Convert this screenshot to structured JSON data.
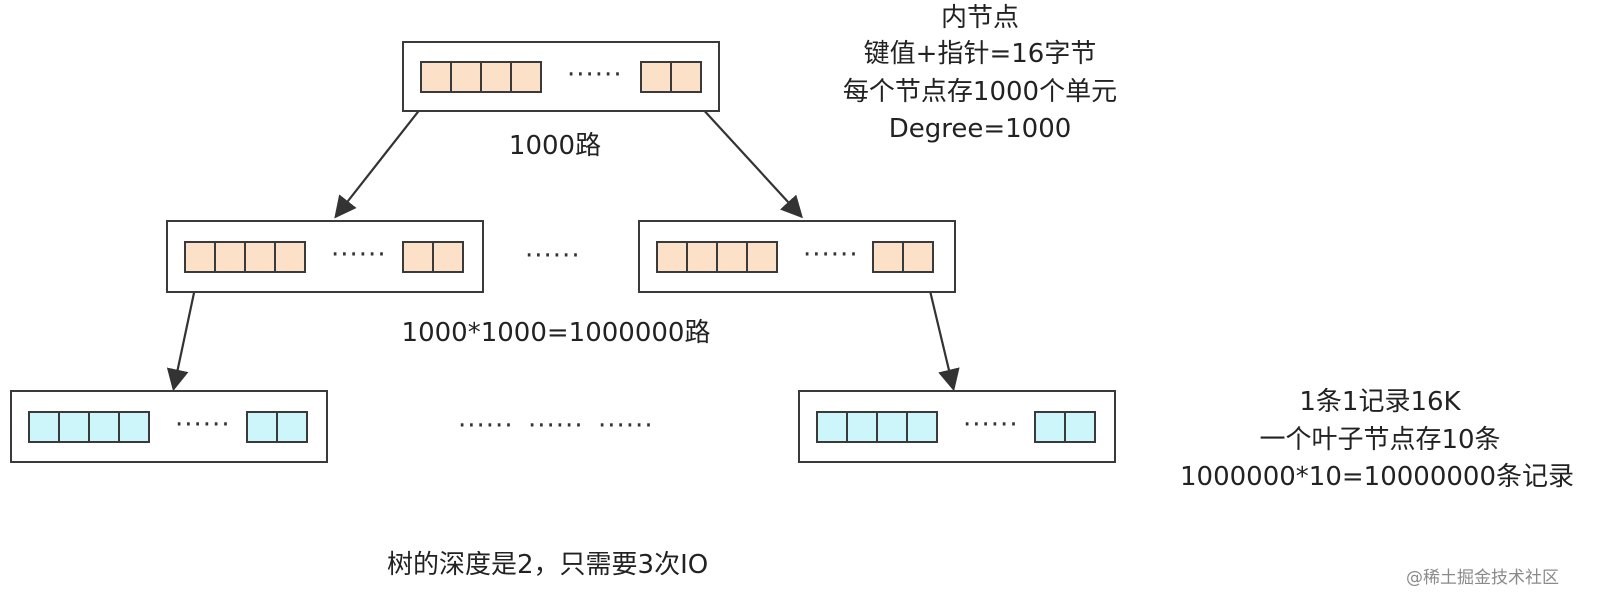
{
  "ellipsis": "······",
  "labels": {
    "inner_title": "内节点",
    "inner_line2": "键值+指针=16字节",
    "inner_line3": "每个节点存1000个单元",
    "inner_line4": "Degree=1000",
    "level1_ways": "1000路",
    "level2_ways": "1000*1000=1000000路",
    "leaf_line1": "1条1记录16K",
    "leaf_line2": "一个叶子节点存10条",
    "leaf_line3": "1000000*10=10000000条记录",
    "summary": "树的深度是2，只需要3次IO",
    "watermark": "@稀土掘金技术社区"
  },
  "colors": {
    "inner_cell": "#fce0c8",
    "leaf_cell": "#ccf6fa",
    "border": "#3a3a3a"
  }
}
